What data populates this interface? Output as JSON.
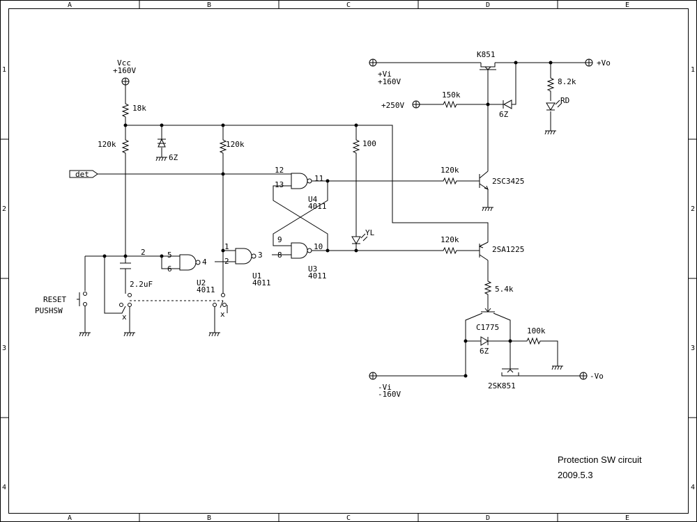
{
  "frame": {
    "columns": [
      "A",
      "B",
      "C",
      "D",
      "E"
    ],
    "rows": [
      "1",
      "2",
      "3",
      "4"
    ]
  },
  "title_block": {
    "title": "Protection SW circuit",
    "date": "2009.5.3"
  },
  "supply": {
    "vcc_name": "Vcc",
    "vcc_value": "+160V",
    "vi_pos_name": "+Vi",
    "vi_pos_value": "+160V",
    "plus250": "+250V",
    "vo_pos": "+Vo",
    "vi_neg_name": "-Vi",
    "vi_neg_value": "-160V",
    "vo_neg": "-Vo",
    "det": "det"
  },
  "parts": {
    "r_vcc": "18k",
    "r_left": "120k",
    "zener_left": "6Z",
    "r_mid": "120k",
    "r_100": "100",
    "q_top_fet": "K851",
    "r_150k": "150k",
    "zener_top": "6Z",
    "r_82k": "8.2k",
    "led_rd": "RD",
    "r_base_top": "120k",
    "q_npn": "2SC3425",
    "led_yl": "YL",
    "r_base_bot": "120k",
    "q_pnp": "2SA1225",
    "r_54k": "5.4k",
    "q_c1775": "C1775",
    "zener_bot": "6Z",
    "r_100k": "100k",
    "q_bot_fet": "2SK851",
    "cap": "2.2uF",
    "reset_1": "RESET",
    "reset_2": "PUSHSW"
  },
  "gates": {
    "u4": {
      "name": "U4",
      "type": "4011",
      "in_a": "12",
      "in_b": "13",
      "out": "11"
    },
    "u3": {
      "name": "U3",
      "type": "4011",
      "in_a": "9",
      "in_b": "8",
      "out": "10"
    },
    "u2": {
      "name": "U2",
      "type": "4011",
      "in_a": "5",
      "in_b": "6",
      "out": "4"
    },
    "u1": {
      "name": "U1",
      "type": "4011",
      "in_a": "1",
      "in_b": "2",
      "out": "3"
    }
  },
  "node_pins": {
    "left_node": "2"
  },
  "switch_marks": {
    "x1": "x",
    "x2": "x"
  }
}
